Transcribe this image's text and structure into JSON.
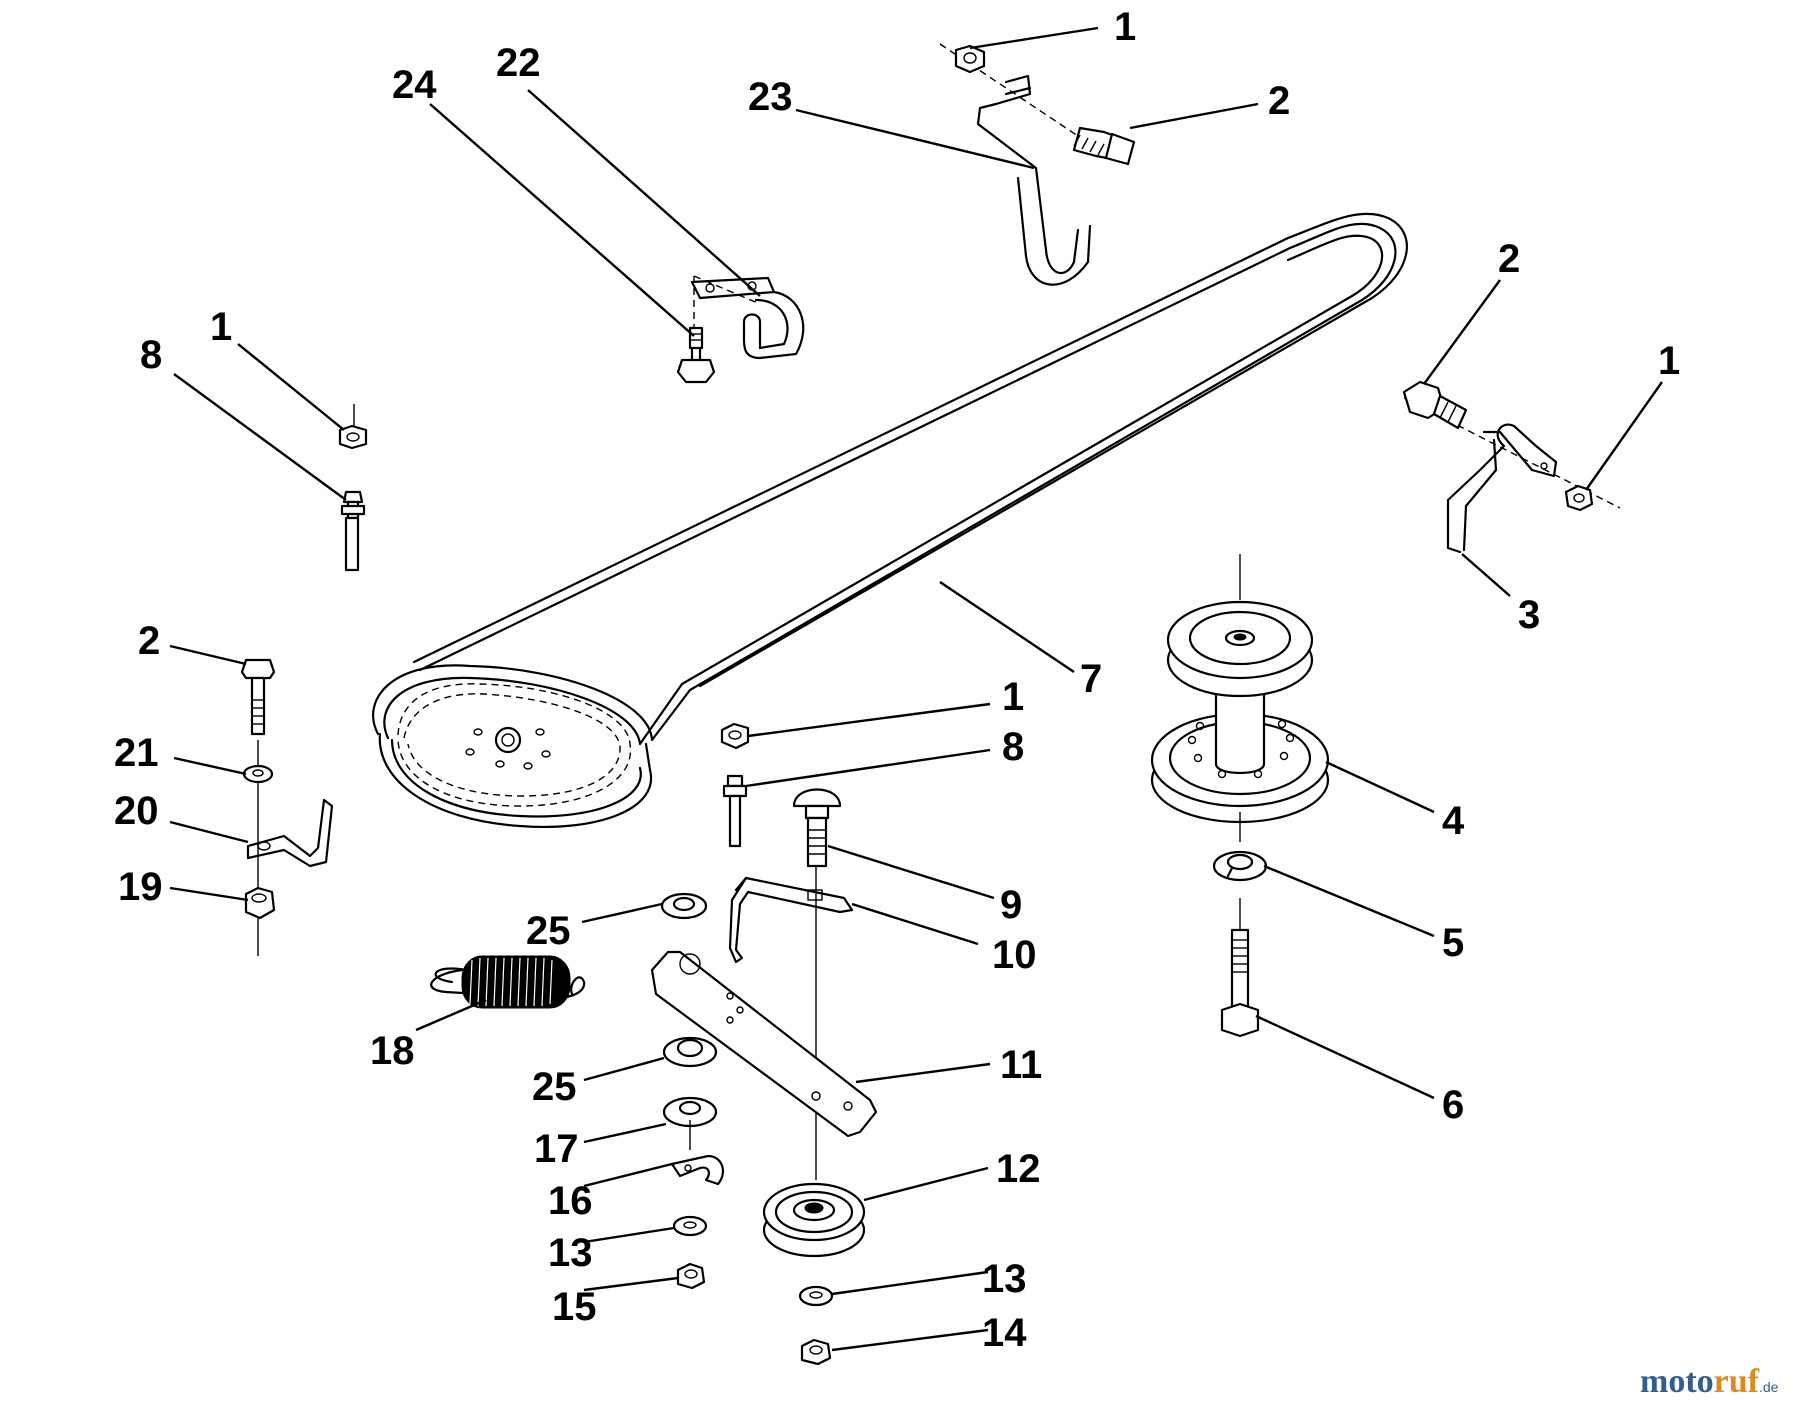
{
  "diagram": {
    "labels": {
      "n1_top": "1",
      "n2_top": "2",
      "n23": "23",
      "n22": "22",
      "n24": "24",
      "n2_right": "2",
      "n1_right": "1",
      "n3": "3",
      "n1_left": "1",
      "n8_left": "8",
      "n7": "7",
      "n2_left": "2",
      "n21": "21",
      "n20": "20",
      "n19": "19",
      "n1_mid": "1",
      "n8_mid": "8",
      "n4": "4",
      "n5": "5",
      "n6": "6",
      "n9": "9",
      "n10": "10",
      "n25_upper": "25",
      "n18": "18",
      "n11": "11",
      "n25_lower": "25",
      "n17": "17",
      "n16": "16",
      "n12": "12",
      "n13_left": "13",
      "n13_right": "13",
      "n15": "15",
      "n14": "14"
    },
    "watermark": {
      "part1": "moto",
      "part2": "ruf",
      "suffix": ".de"
    }
  }
}
